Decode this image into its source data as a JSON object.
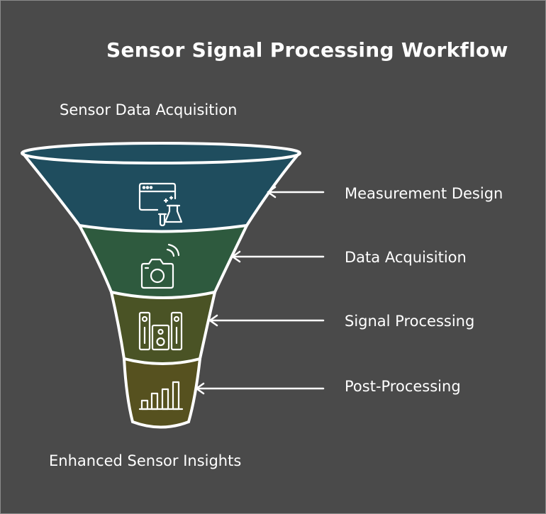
{
  "title": "Sensor Signal Processing Workflow",
  "top_label": "Sensor Data Acquisition",
  "bottom_label": "Enhanced Sensor Insights",
  "stages": [
    {
      "label": "Measurement Design",
      "color": "#1f4d5e",
      "icon": "browser-lab-flask-icon"
    },
    {
      "label": "Data Acquisition",
      "color": "#2e5a3e",
      "icon": "wireless-camera-icon"
    },
    {
      "label": "Signal Processing",
      "color": "#4a5325",
      "icon": "speaker-system-icon"
    },
    {
      "label": "Post-Processing",
      "color": "#56511f",
      "icon": "bar-chart-icon"
    }
  ]
}
